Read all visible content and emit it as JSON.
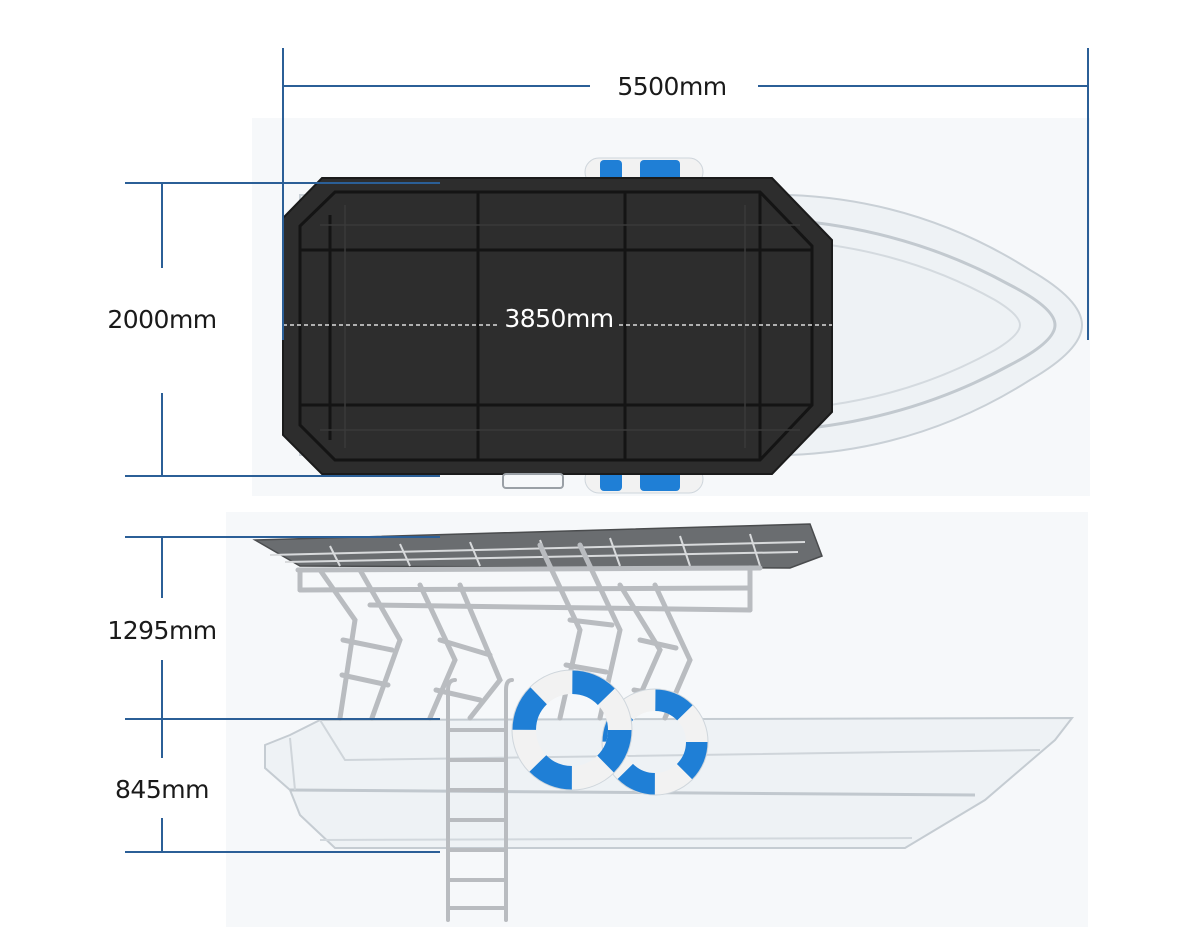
{
  "diagram": {
    "dimensions": {
      "overall_length": "5500mm",
      "beam_width": "2000mm",
      "canopy_length": "3850mm",
      "canopy_height": "1295mm",
      "hull_depth": "845mm"
    },
    "colors": {
      "dimension_line": "#2b5f97",
      "canopy_top": "#2a2a2a",
      "hull": "#e9edf0",
      "frame": "#b9bcc0",
      "lifebuoy_blue": "#1f7fd6",
      "lifebuoy_white": "#f2f2f2"
    },
    "views": [
      "top-view",
      "side-view"
    ]
  }
}
